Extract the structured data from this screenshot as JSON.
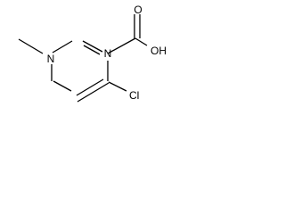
{
  "molecule": {
    "atoms": {
      "n1": "N",
      "n3": "N",
      "oxygen_carbonyl": "O",
      "hydroxyl": "OH",
      "chlorine": "Cl"
    }
  }
}
